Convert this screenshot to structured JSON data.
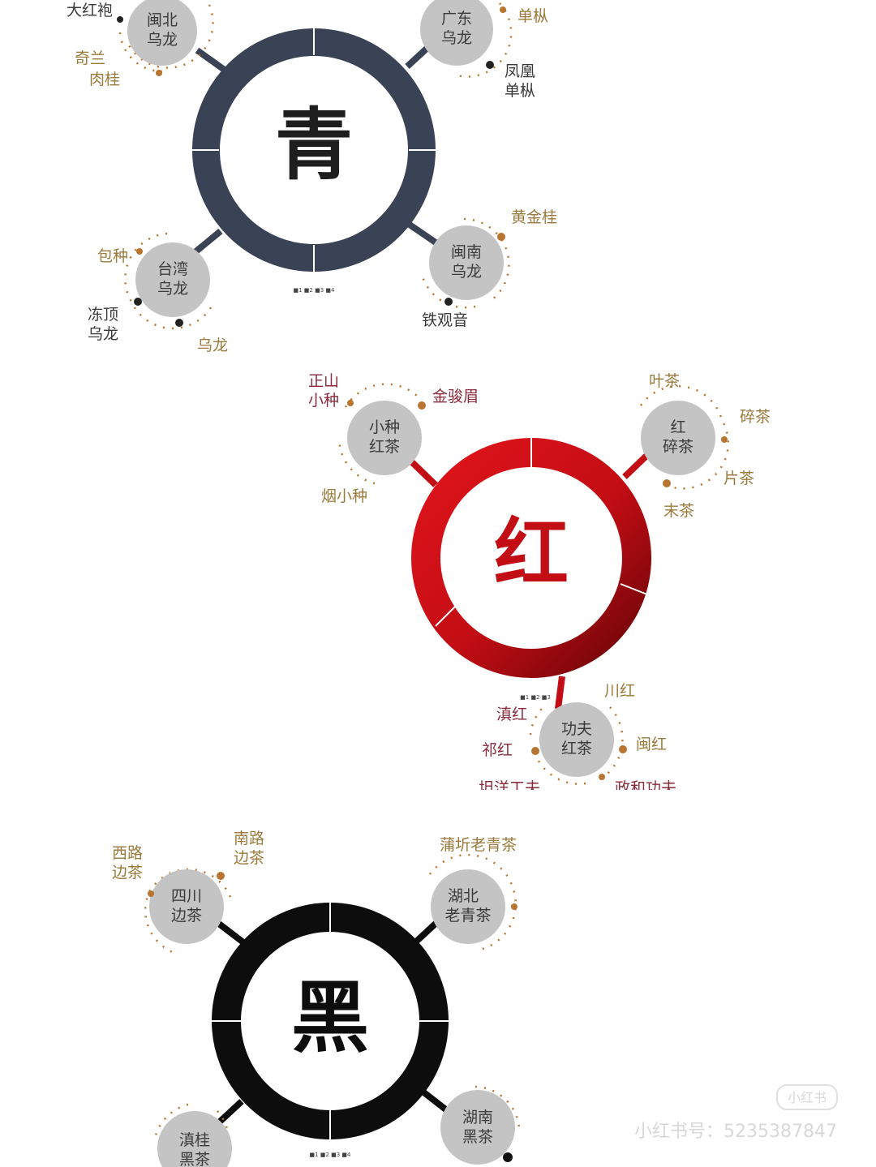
{
  "colors": {
    "qing": "#3a4256",
    "hong": "#c20d14",
    "hei": "#0d0d0d",
    "node_fill": "#c4c4c4",
    "arc": "#b8752f",
    "gold_text": "#9a7a3c"
  },
  "sections": [
    {
      "id": "qing",
      "center": "青",
      "legend": "■1 ■2 ■3 ■4",
      "nodes": [
        {
          "id": "minbei",
          "lines": [
            "闽北",
            "乌龙"
          ],
          "children": [
            "大红袍",
            "奇兰",
            "肉桂"
          ]
        },
        {
          "id": "guangdong",
          "lines": [
            "广东",
            "乌龙"
          ],
          "children": [
            "单枞",
            "凤凰",
            "单枞"
          ]
        },
        {
          "id": "taiwan",
          "lines": [
            "台湾",
            "乌龙"
          ],
          "children": [
            "包种",
            "冻顶",
            "乌龙",
            "乌龙"
          ]
        },
        {
          "id": "minnan",
          "lines": [
            "闽南",
            "乌龙"
          ],
          "children": [
            "黄金桂",
            "铁观音"
          ]
        }
      ]
    },
    {
      "id": "hong",
      "center": "红",
      "legend": "■1 ■2 ■3",
      "nodes": [
        {
          "id": "xiaozhong",
          "lines": [
            "小种",
            "红茶"
          ],
          "children": [
            "正山",
            "小种",
            "金骏眉",
            "烟小种"
          ]
        },
        {
          "id": "suicha",
          "lines": [
            "红",
            "碎茶"
          ],
          "children": [
            "叶茶",
            "碎茶",
            "片茶",
            "末茶"
          ]
        },
        {
          "id": "gongfu",
          "lines": [
            "功夫",
            "红茶"
          ],
          "children": [
            "川红",
            "滇红",
            "闽红",
            "祁红",
            "坦洋工夫",
            "政和功夫"
          ]
        }
      ]
    },
    {
      "id": "hei",
      "center": "黑",
      "legend": "■1 ■2 ■3 ■4",
      "nodes": [
        {
          "id": "sichuan",
          "lines": [
            "四川",
            "边茶"
          ],
          "children": [
            "西路",
            "边茶",
            "南路",
            "边茶"
          ]
        },
        {
          "id": "hubei",
          "lines": [
            "湖北",
            "老青茶"
          ],
          "children": [
            "蒲圻老青茶"
          ]
        },
        {
          "id": "diangui",
          "lines": [
            "滇桂",
            "黑茶"
          ],
          "children": []
        },
        {
          "id": "hunan",
          "lines": [
            "湖南",
            "黑茶"
          ],
          "children": []
        }
      ]
    }
  ],
  "watermark": {
    "badge": "小红书",
    "id_text": "小红书号：5235387847"
  }
}
